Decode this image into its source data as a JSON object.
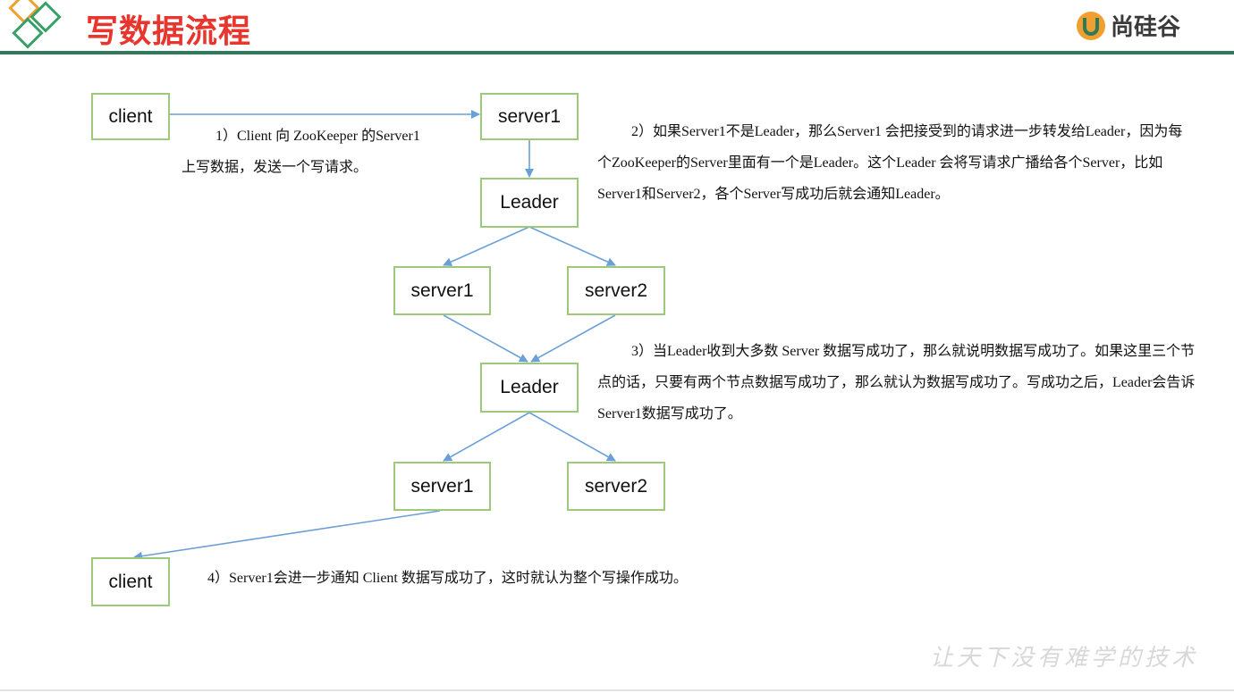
{
  "header": {
    "title": "写数据流程",
    "brand": "尚硅谷",
    "colors": {
      "title": "#e8352e",
      "rule": "#2f7a5a",
      "logo_green": "#3aa06a",
      "logo_orange": "#f0a030"
    }
  },
  "nodes": {
    "client_top": "client",
    "server1_top": "server1",
    "leader_1": "Leader",
    "server1_mid": "server1",
    "server2_mid": "server2",
    "leader_2": "Leader",
    "server1_bottom": "server1",
    "server2_bottom": "server2",
    "client_bottom": "client"
  },
  "notes": {
    "step1": "1）Client 向 ZooKeeper 的Server1 上写数据，发送一个写请求。",
    "step2": "2）如果Server1不是Leader，那么Server1 会把接受到的请求进一步转发给Leader，因为每个ZooKeeper的Server里面有一个是Leader。这个Leader 会将写请求广播给各个Server，比如Server1和Server2，各个Server写成功后就会通知Leader。",
    "step3": "3）当Leader收到大多数 Server 数据写成功了，那么就说明数据写成功了。如果这里三个节点的话，只要有两个节点数据写成功了，那么就认为数据写成功了。写成功之后，Leader会告诉Server1数据写成功了。",
    "step4": "4）Server1会进一步通知 Client 数据写成功了，这时就认为整个写操作成功。"
  },
  "slogan": "让天下没有难学的技术",
  "colors": {
    "node_border": "#9cc97a",
    "arrow": "#6b9fd8"
  }
}
